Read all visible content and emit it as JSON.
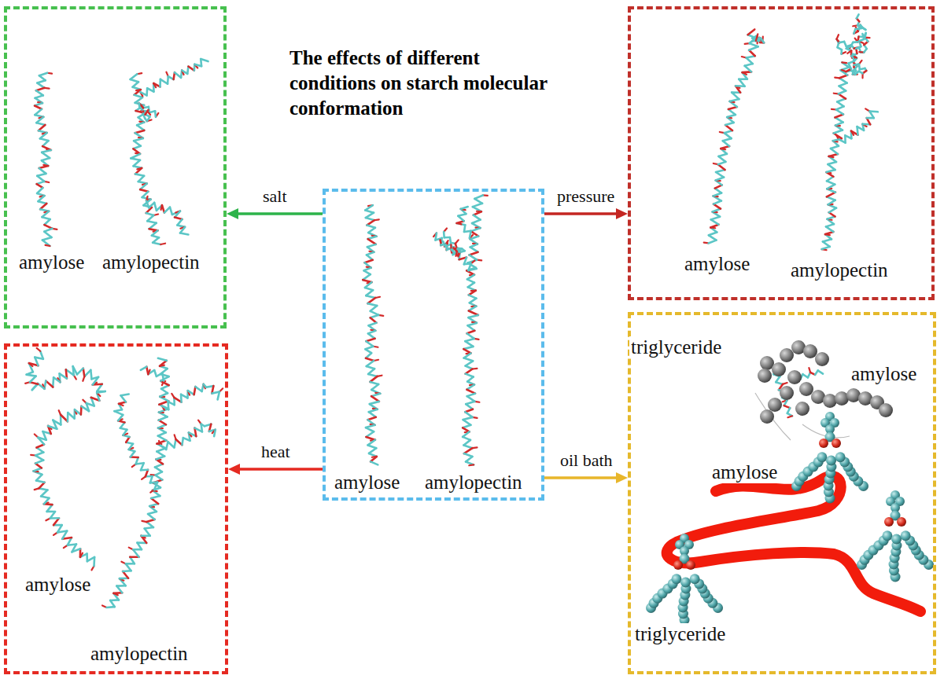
{
  "diagram": {
    "title": "The effects of different conditions on starch molecular conformation",
    "nodes": [
      {
        "text": [
          "amylose",
          "amylopectin"
        ]
      },
      {
        "text": [
          "amylose",
          "amylopectin"
        ]
      },
      {
        "text": [
          "amylose",
          "amylopectin"
        ]
      },
      {
        "text": [
          "amylose",
          "amylopectin"
        ]
      },
      {
        "text": [
          "triglyceride",
          "amylose",
          "amylose",
          "triglyceride"
        ]
      }
    ],
    "edges": [
      {
        "from": 2,
        "to": 0,
        "arrow": "to",
        "label": "salt"
      },
      {
        "from": 2,
        "to": 1,
        "arrow": "to",
        "label": "pressure"
      },
      {
        "from": 2,
        "to": 3,
        "arrow": "to",
        "label": "heat"
      },
      {
        "from": 2,
        "to": 4,
        "arrow": "to",
        "label": "oil bath"
      }
    ]
  }
}
